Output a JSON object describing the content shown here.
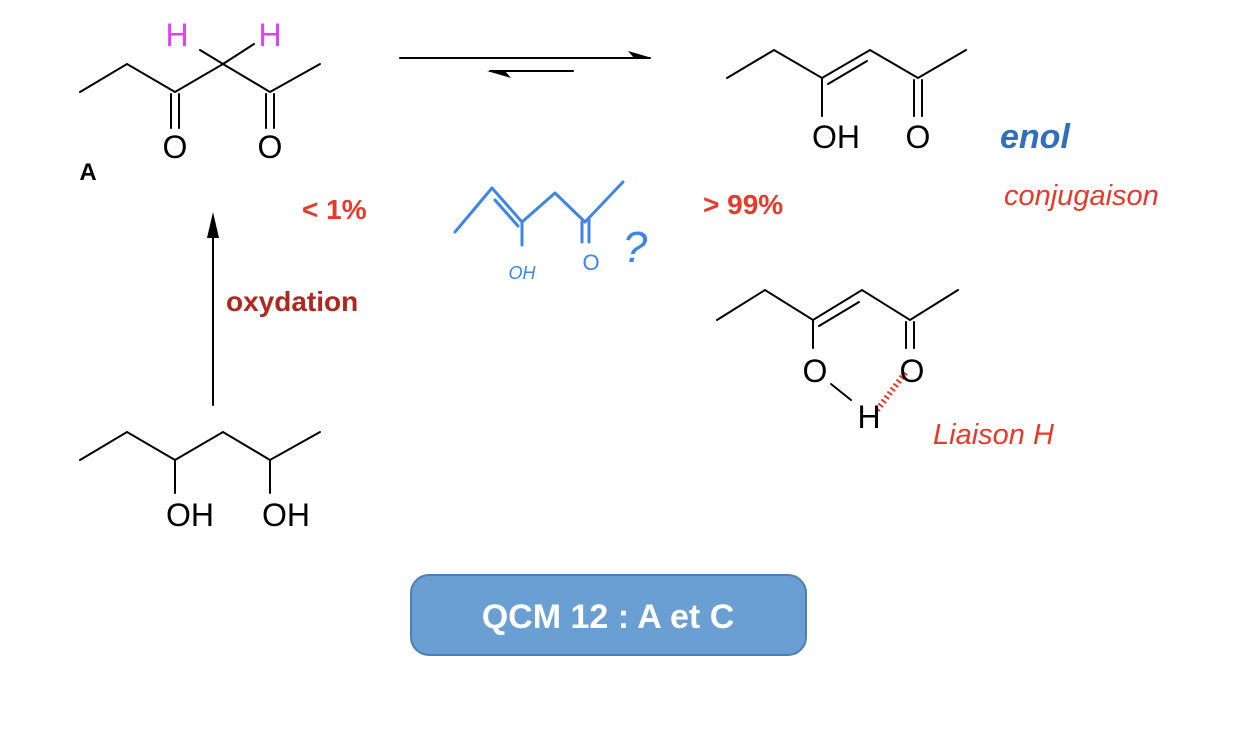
{
  "colors": {
    "hydrogen_highlight": "#e040fb",
    "percent_red": "#e8392b",
    "oxidation_red": "#b0271e",
    "enol_blue": "#2f6fbf",
    "handwriting_blue": "#3d86e8",
    "answer_button": "#6a9fd4"
  },
  "diketone": {
    "label": "A",
    "hydrogen_left": "H",
    "hydrogen_right": "H",
    "oxygen_left": "O",
    "oxygen_right": "O",
    "percentage": "< 1%"
  },
  "enol": {
    "hydroxyl": "OH",
    "oxygen": "O",
    "title": "enol",
    "reason": "conjugaison",
    "percentage": "> 99%"
  },
  "hbond_enol": {
    "oxygen_left": "O",
    "oxygen_right": "O",
    "hydrogen": "H",
    "caption": "Liaison H"
  },
  "sketch": {
    "hydroxyl": "OH",
    "oxygen": "O",
    "question": "?"
  },
  "diol": {
    "hydroxyl_left": "OH",
    "hydroxyl_right": "OH"
  },
  "oxidation_label": "oxydation",
  "answer": "QCM 12 : A et C"
}
